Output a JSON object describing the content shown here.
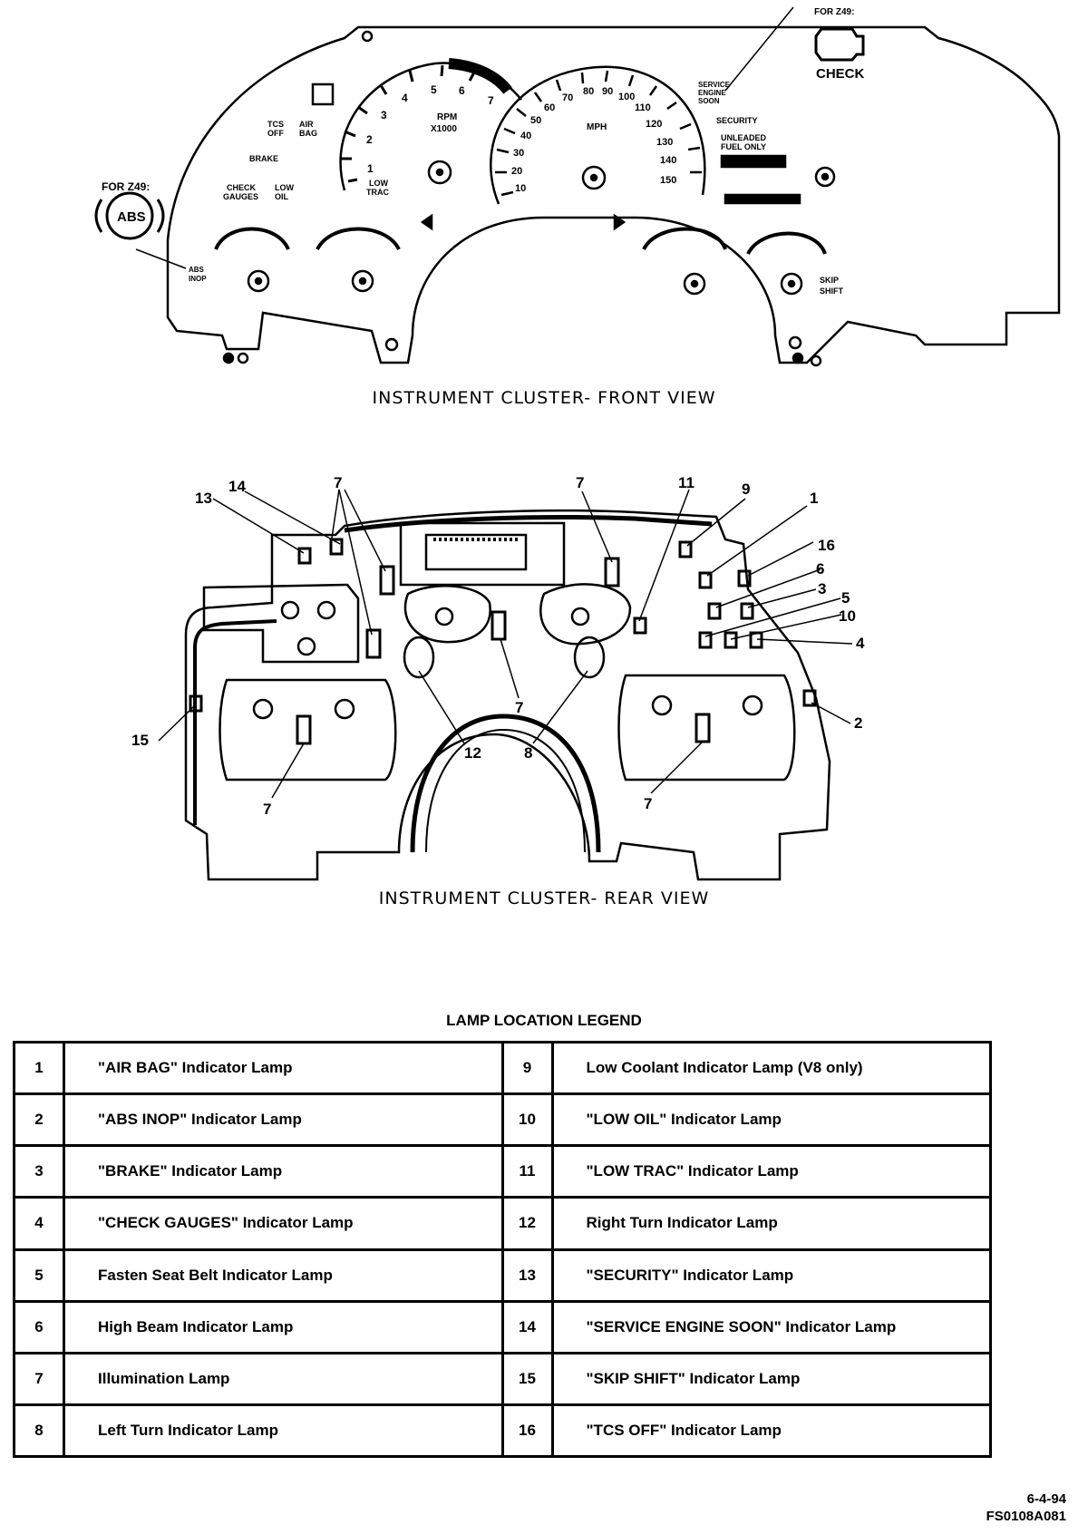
{
  "front_view": {
    "caption": "INSTRUMENT CLUSTER- FRONT VIEW",
    "labels": {
      "for_z49_right": "FOR Z49:",
      "check": "CHECK",
      "for_z49_left": "FOR Z49:",
      "abs": "ABS",
      "abs_inop_1": "ABS",
      "abs_inop_2": "INOP",
      "rpm": "RPM",
      "x1000": "X1000",
      "tcs": "TCS",
      "off": "OFF",
      "air": "AIR",
      "bag": "BAG",
      "brake": "BRAKE",
      "check_gauges_1": "CHECK",
      "check_gauges_2": "GAUGES",
      "low_oil_1": "LOW",
      "low_oil_2": "OIL",
      "low_trac_1": "LOW",
      "low_trac_2": "TRAC",
      "mph": "MPH",
      "service_1": "SERVICE",
      "service_2": "ENGINE",
      "service_3": "SOON",
      "security": "SECURITY",
      "unleaded_1": "UNLEADED",
      "unleaded_2": "FUEL ONLY",
      "skip_1": "SKIP",
      "skip_2": "SHIFT"
    },
    "tach_ticks": [
      "1",
      "2",
      "3",
      "4",
      "5",
      "6",
      "7"
    ],
    "speedo_ticks": [
      "10",
      "20",
      "30",
      "40",
      "50",
      "60",
      "70",
      "80",
      "90",
      "100",
      "110",
      "120",
      "130",
      "140",
      "150"
    ]
  },
  "rear_view": {
    "caption": "INSTRUMENT CLUSTER- REAR VIEW",
    "callouts": [
      "1",
      "2",
      "3",
      "4",
      "5",
      "6",
      "7",
      "7",
      "7",
      "7",
      "7",
      "8",
      "9",
      "10",
      "11",
      "12",
      "13",
      "14",
      "15",
      "16"
    ]
  },
  "legend": {
    "title": "LAMP LOCATION LEGEND",
    "rows": [
      {
        "left_num": "1",
        "left_text": "\"AIR BAG\" Indicator Lamp",
        "right_num": "9",
        "right_text": "Low Coolant Indicator Lamp (V8 only)"
      },
      {
        "left_num": "2",
        "left_text": "\"ABS INOP\" Indicator Lamp",
        "right_num": "10",
        "right_text": "\"LOW OIL\" Indicator Lamp"
      },
      {
        "left_num": "3",
        "left_text": "\"BRAKE\" Indicator Lamp",
        "right_num": "11",
        "right_text": "\"LOW TRAC\" Indicator Lamp"
      },
      {
        "left_num": "4",
        "left_text": "\"CHECK GAUGES\" Indicator Lamp",
        "right_num": "12",
        "right_text": "Right Turn Indicator Lamp"
      },
      {
        "left_num": "5",
        "left_text": "Fasten Seat Belt Indicator Lamp",
        "right_num": "13",
        "right_text": "\"SECURITY\" Indicator Lamp"
      },
      {
        "left_num": "6",
        "left_text": "High Beam Indicator Lamp",
        "right_num": "14",
        "right_text": "\"SERVICE ENGINE SOON\" Indicator Lamp"
      },
      {
        "left_num": "7",
        "left_text": "Illumination Lamp",
        "right_num": "15",
        "right_text": "\"SKIP SHIFT\" Indicator Lamp"
      },
      {
        "left_num": "8",
        "left_text": "Left Turn Indicator Lamp",
        "right_num": "16",
        "right_text": "\"TCS OFF\" Indicator Lamp"
      }
    ]
  },
  "footer": {
    "date": "6-4-94",
    "code": "FS0108A081"
  }
}
